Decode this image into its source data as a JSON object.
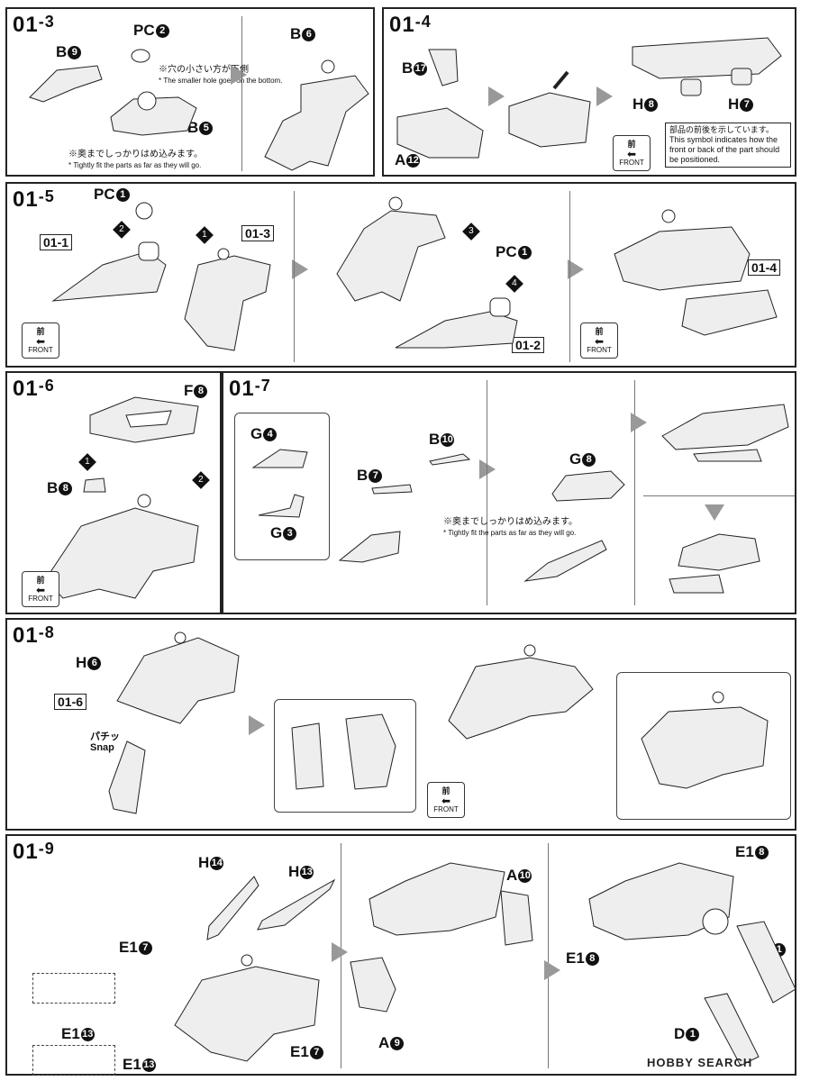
{
  "steps": {
    "s3": {
      "main": "01",
      "sub": "-3"
    },
    "s4": {
      "main": "01",
      "sub": "-4"
    },
    "s5": {
      "main": "01",
      "sub": "-5"
    },
    "s6": {
      "main": "01",
      "sub": "-6"
    },
    "s7": {
      "main": "01",
      "sub": "-7"
    },
    "s8": {
      "main": "01",
      "sub": "-8"
    },
    "s9": {
      "main": "01",
      "sub": "-9"
    }
  },
  "parts": {
    "b9": "B",
    "b9n": "9",
    "pc2": "PC",
    "pc2n": "2",
    "b5": "B",
    "b5n": "5",
    "b6": "B",
    "b6n": "6",
    "b17": "B",
    "b17n": "17",
    "a12": "A",
    "a12n": "12",
    "h8": "H",
    "h8n": "8",
    "h7": "H",
    "h7n": "7",
    "pc1a": "PC",
    "pc1an": "1",
    "pc1b": "PC",
    "pc1bn": "1",
    "f8": "F",
    "f8n": "8",
    "b8": "B",
    "b8n": "8",
    "g4": "G",
    "g4n": "4",
    "g3": "G",
    "g3n": "3",
    "b7": "B",
    "b7n": "7",
    "b10": "B",
    "b10n": "10",
    "g8": "G",
    "g8n": "8",
    "h6": "H",
    "h6n": "6",
    "h14": "H",
    "h14n": "14",
    "h13": "H",
    "h13n": "13",
    "a10": "A",
    "a10n": "10",
    "e18a": "E1",
    "e18an": "8",
    "e18b": "E1",
    "e18bn": "8",
    "e17a": "E1",
    "e17an": "7",
    "e17b": "E1",
    "e17bn": "7",
    "e113a": "E1",
    "e113an": "13",
    "e113b": "E1",
    "e113bn": "13",
    "a9": "A",
    "a9n": "9",
    "d1a": "D",
    "d1an": "1",
    "d1b": "D",
    "d1bn": "1"
  },
  "refs": {
    "r1_1": "01-1",
    "r1_3": "01-3",
    "r1_2": "01-2",
    "r1_4": "01-4",
    "r1_6": "01-6"
  },
  "notes": {
    "hole_jp": "※穴の小さい方が下側",
    "hole_en": "* The smaller hole goes on the bottom.",
    "tight_jp": "※奥までしっかりはめ込みます。",
    "tight_en": "* Tightly fit the parts as far as they will go.",
    "tight2_jp": "※奥までしっかりはめ込みます。",
    "tight2_en": "* Tightly fit the parts as far as they will go.",
    "front_jp": "部品の前後を示しています。",
    "front_en": "This symbol indicates how the front or back of the part should be positioned.",
    "snap": "Snap",
    "snap_jp": "パチッ"
  },
  "front_symbol": {
    "kanji": "前",
    "label": "FRONT"
  },
  "markers": {
    "m1": "1",
    "m2": "2",
    "m3": "3",
    "m4": "4"
  },
  "watermark": "HOBBY SEARCH"
}
